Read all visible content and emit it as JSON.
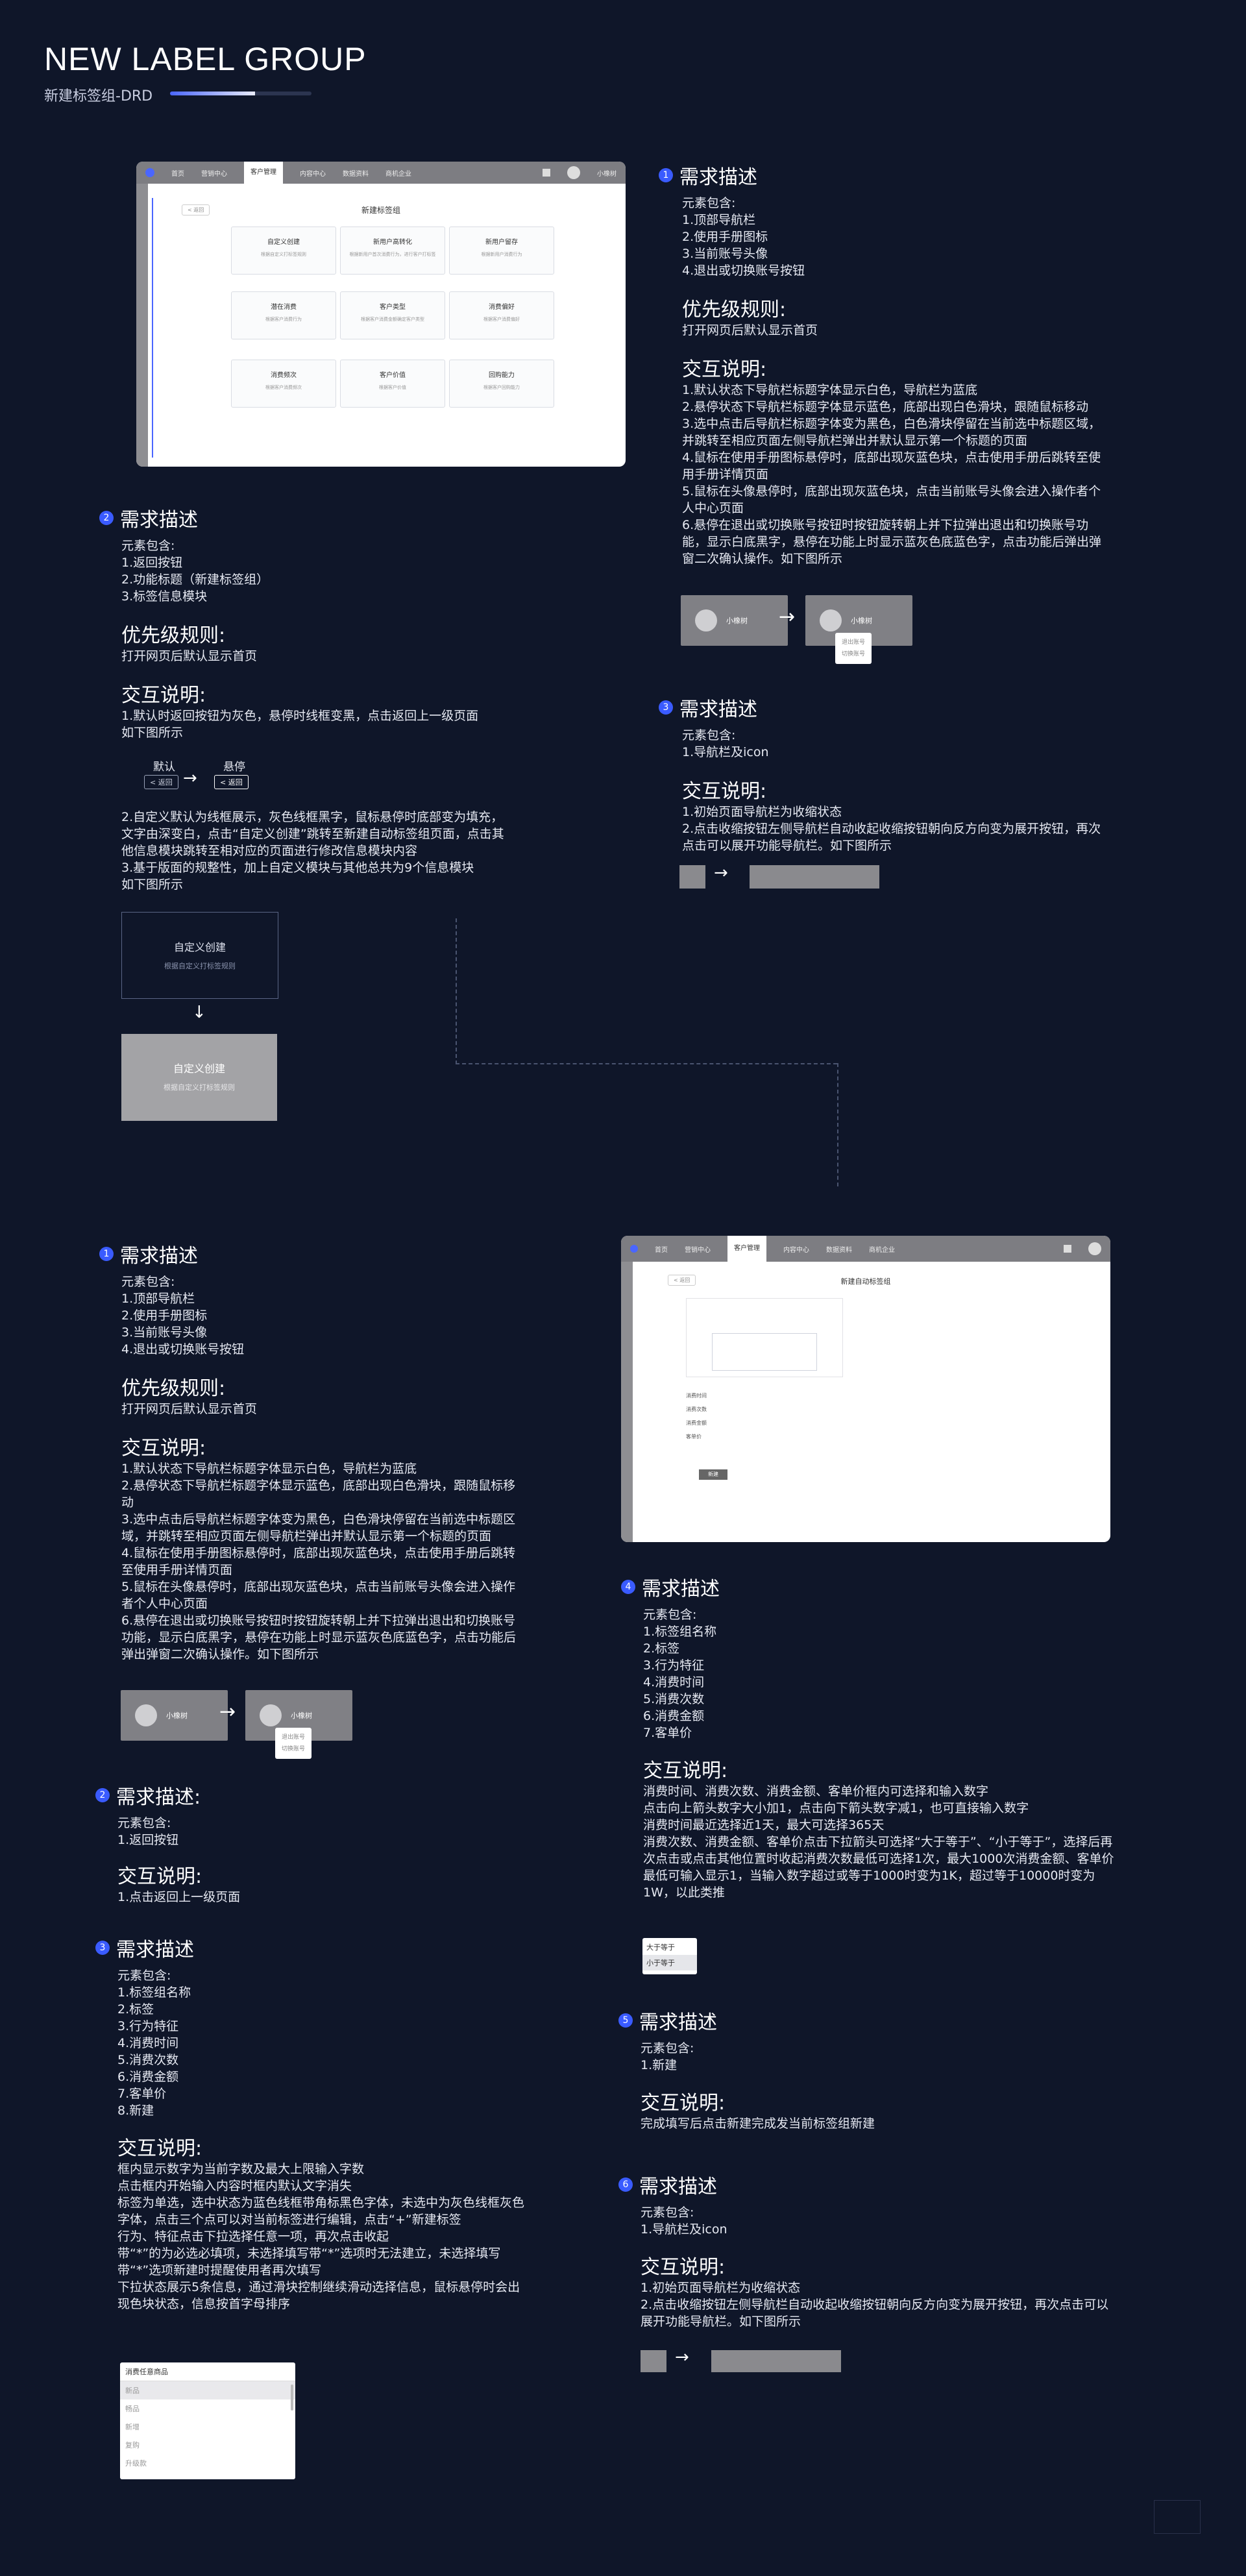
{
  "header": {
    "title": "NEW LABEL GROUP",
    "subtitle": "新建标签组-DRD",
    "progress": 0.6
  },
  "mock1": {
    "nav": [
      "首页",
      "营销中心",
      "客户管理",
      "内容中心",
      "数据资料",
      "商机企业"
    ],
    "active": "客户管理",
    "user": "小橡树",
    "back": "< 返回",
    "page_title": "新建标签组",
    "cards": [
      {
        "t": "自定义创建",
        "d": "根据自定义打标签规则"
      },
      {
        "t": "新用户高转化",
        "d": "根据新用户首次消费行为，进行客户打标签"
      },
      {
        "t": "新用户留存",
        "d": "根据新用户消费行为"
      },
      {
        "t": "潜在消费",
        "d": "根据客户消费行为"
      },
      {
        "t": "客户类型",
        "d": "根据客户消费金额确定客户类型"
      },
      {
        "t": "消费偏好",
        "d": "根据客户消费偏好"
      },
      {
        "t": "消费频次",
        "d": "根据客户消费频次"
      },
      {
        "t": "客户价值",
        "d": "根据客户价值"
      },
      {
        "t": "回购能力",
        "d": "根据客户回购能力"
      }
    ]
  },
  "s1": {
    "num": "1",
    "title": "需求描述",
    "elements": "元素包含:\n1.顶部导航栏\n2.使用手册图标\n3.当前账号头像\n4.退出或切换账号按钮",
    "priority_title": "优先级规则:",
    "priority": "打开网页后默认显示首页",
    "interaction_title": "交互说明:",
    "interaction": "1.默认状态下导航栏标题字体显示白色，导航栏为蓝底\n2.悬停状态下导航栏标题字体显示蓝色，底部出现白色滑块，跟随鼠标移动\n3.选中点击后导航栏标题字体变为黑色，白色滑块停留在当前选中标题区域，并跳转至相应页面左侧导航栏弹出并默认显示第一个标题的页面\n4.鼠标在使用手册图标悬停时，底部出现灰蓝色块，点击使用手册后跳转至使用手册详情页面\n5.鼠标在头像悬停时，底部出现灰蓝色块，点击当前账号头像会进入操作者个人中心页面\n6.悬停在退出或切换账号按钮时按钮旋转朝上并下拉弹出退出和切换账号功能，显示白底黑字，悬停在功能上时显示蓝灰色底蓝色字，点击功能后弹出弹窗二次确认操作。如下图所示",
    "user": "小橡树",
    "menu1": "退出账号",
    "menu2": "切换账号"
  },
  "s2": {
    "num": "2",
    "title": "需求描述",
    "elements": "元素包含:\n1.返回按钮\n2.功能标题（新建标签组）\n3.标签信息模块",
    "priority_title": "优先级规则:",
    "priority": "打开网页后默认显示首页",
    "interaction_title": "交互说明:",
    "interaction1": "1.默认时返回按钮为灰色，悬停时线框变黑，点击返回上一级页面\n如下图所示",
    "default_label": "默认",
    "hover_label": "悬停",
    "back": "< 返回",
    "interaction2": "2.自定义默认为线框展示，灰色线框黑字，鼠标悬停时底部变为填充，文字由深变白，点击“自定义创建”跳转至新建自动标签组页面，点击其他信息模块跳转至相对应的页面进行修改信息模块内容\n3.基于版面的规整性，加上自定义模块与其他总共为9个信息模块\n如下图所示",
    "card_title": "自定义创建",
    "card_desc": "根据自定义打标签规则"
  },
  "s3": {
    "num": "3",
    "title": "需求描述",
    "elements": "元素包含:\n1.导航栏及icon",
    "interaction_title": "交互说明:",
    "interaction": "1.初始页面导航栏为收缩状态\n2.点击收缩按钮左侧导航栏自动收起收缩按钮朝向反方向变为展开按钮，再次点击可以展开功能导航栏。如下图所示"
  },
  "b1": {
    "num": "1",
    "title": "需求描述",
    "elements": "元素包含:\n1.顶部导航栏\n2.使用手册图标\n3.当前账号头像\n4.退出或切换账号按钮",
    "priority_title": "优先级规则:",
    "priority": "打开网页后默认显示首页",
    "interaction_title": "交互说明:",
    "interaction": "1.默认状态下导航栏标题字体显示白色，导航栏为蓝底\n2.悬停状态下导航栏标题字体显示蓝色，底部出现白色滑块，跟随鼠标移动\n3.选中点击后导航栏标题字体变为黑色，白色滑块停留在当前选中标题区域，并跳转至相应页面左侧导航栏弹出并默认显示第一个标题的页面\n4.鼠标在使用手册图标悬停时，底部出现灰蓝色块，点击使用手册后跳转至使用手册详情页面\n5.鼠标在头像悬停时，底部出现灰蓝色块，点击当前账号头像会进入操作者个人中心页面\n6.悬停在退出或切换账号按钮时按钮旋转朝上并下拉弹出退出和切换账号功能，显示白底黑字，悬停在功能上时显示蓝灰色底蓝色字，点击功能后弹出弹窗二次确认操作。如下图所示",
    "user": "小橡树",
    "menu1": "退出账号",
    "menu2": "切换账号"
  },
  "b2": {
    "num": "2",
    "title": "需求描述:",
    "elements": "元素包含:\n1.返回按钮",
    "interaction_title": "交互说明:",
    "interaction": "1.点击返回上一级页面"
  },
  "b3": {
    "num": "3",
    "title": "需求描述",
    "elements": "元素包含:\n1.标签组名称\n2.标签\n3.行为特征\n4.消费时间\n5.消费次数\n6.消费金额\n7.客单价\n8.新建",
    "interaction_title": "交互说明:",
    "interaction": "框内显示数字为当前字数及最大上限输入字数\n点击框内开始输入内容时框内默认文字消失\n标签为单选，选中状态为蓝色线框带角标黑色字体，未选中为灰色线框灰色字体，点击三个点可以对当前标签进行编辑，点击“+”新建标签\n行为、特征点击下拉选择任意一项，再次点击收起\n带“*”的为必选必填项，未选择填写带“*”选项时无法建立，未选择填写带“*”选项新建时提醒使用者再次填写\n下拉状态展示5条信息，通过滑块控制继续滑动选择信息，鼠标悬停时会出现色块状态，信息按首字母排序",
    "list_title": "消费任意商品",
    "list": [
      "新品",
      "畅品",
      "新增",
      "复购",
      "升级款"
    ]
  },
  "mock2": {
    "nav": [
      "首页",
      "营销中心",
      "客户管理",
      "内容中心",
      "数据资料",
      "商机企业"
    ],
    "active": "客户管理",
    "page_title": "新建自动标签组",
    "back": "< 返回",
    "rows": [
      "消费时间",
      "消费次数",
      "消费金额",
      "客单价"
    ],
    "create": "新建"
  },
  "b4": {
    "num": "4",
    "title": "需求描述",
    "elements": "元素包含:\n1.标签组名称\n2.标签\n3.行为特征\n4.消费时间\n5.消费次数\n6.消费金额\n7.客单价",
    "interaction_title": "交互说明:",
    "interaction": "消费时间、消费次数、消费金额、客单价框内可选择和输入数字\n点击向上箭头数字大小加1，点击向下箭头数字减1，也可直接输入数字\n消费时间最近选择近1天，最大可选择365天\n消费次数、消费金额、客单价点击下拉箭头可选择“大于等于”、“小于等于”，选择后再次点击或点击其他位置时收起消费次数最低可选择1次，最大1000次消费金额、客单价最低可输入显示1，当输入数字超过或等于1000时变为1K，超过等于10000时变为1W，以此类推",
    "opt1": "大于等于",
    "opt2": "小于等于"
  },
  "b5": {
    "num": "5",
    "title": "需求描述",
    "elements": "元素包含:\n1.新建",
    "interaction_title": "交互说明:",
    "interaction": "完成填写后点击新建完成发当前标签组新建"
  },
  "b6": {
    "num": "6",
    "title": "需求描述",
    "elements": "元素包含:\n1.导航栏及icon",
    "interaction_title": "交互说明:",
    "interaction": "1.初始页面导航栏为收缩状态\n2.点击收缩按钮左侧导航栏自动收起收缩按钮朝向反方向变为展开按钮，再次点击可以展开功能导航栏。如下图所示"
  }
}
